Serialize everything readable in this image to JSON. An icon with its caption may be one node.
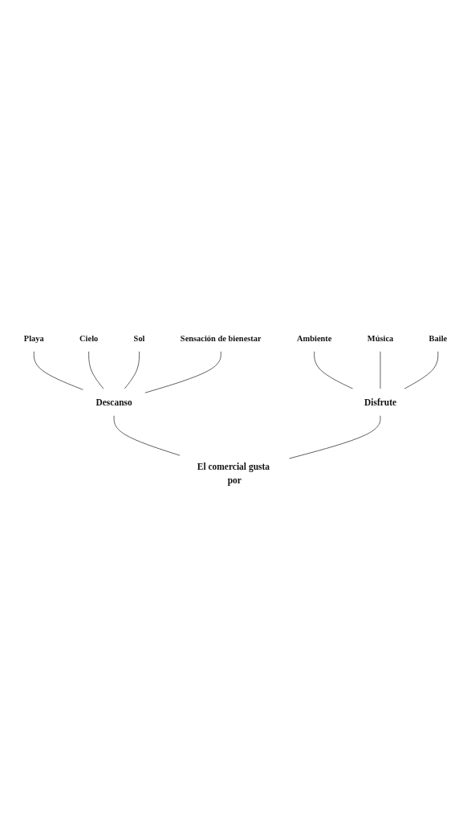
{
  "diagram": {
    "nodes": [
      {
        "text": [
          "El comercial gusta por"
        ]
      },
      {
        "text": [
          "Descanso"
        ]
      },
      {
        "text": [
          "Disfrute"
        ]
      },
      {
        "text": [
          "Playa"
        ]
      },
      {
        "text": [
          "Cielo"
        ]
      },
      {
        "text": [
          "Sol"
        ]
      },
      {
        "text": [
          "Sensación de bienestar"
        ]
      },
      {
        "text": [
          "Ambiente"
        ]
      },
      {
        "text": [
          "Música"
        ]
      },
      {
        "text": [
          "Baile"
        ]
      }
    ],
    "edges": [
      {
        "from": 0,
        "to": 1,
        "arrow": "none"
      },
      {
        "from": 0,
        "to": 2,
        "arrow": "none"
      },
      {
        "from": 1,
        "to": 3,
        "arrow": "none"
      },
      {
        "from": 1,
        "to": 4,
        "arrow": "none"
      },
      {
        "from": 1,
        "to": 5,
        "arrow": "none"
      },
      {
        "from": 1,
        "to": 6,
        "arrow": "none"
      },
      {
        "from": 2,
        "to": 7,
        "arrow": "none"
      },
      {
        "from": 2,
        "to": 8,
        "arrow": "none"
      },
      {
        "from": 2,
        "to": 9,
        "arrow": "none"
      }
    ]
  }
}
